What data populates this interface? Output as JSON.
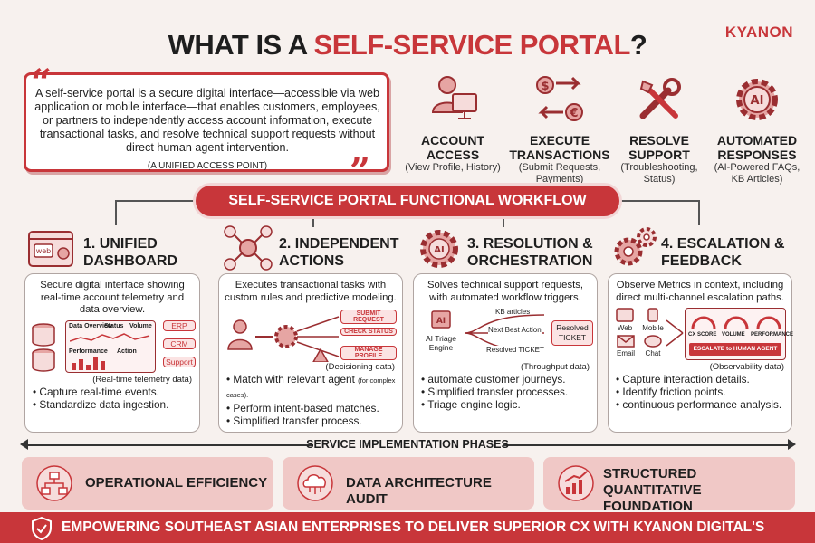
{
  "header": {
    "title_prefix": "WHAT IS A ",
    "title_accent": "SELF-SERVICE PORTAL",
    "title_suffix": "?",
    "brand": "KYANON"
  },
  "definition": {
    "text": "A self-service portal is a secure digital interface—accessible via web application or mobile interface—that enables customers, employees, or partners to independently access account information, execute transactional tasks, and resolve technical support requests without direct human agent intervention.",
    "source": "(A UNIFIED ACCESS POINT)"
  },
  "features": [
    {
      "title": "ACCOUNT ACCESS",
      "sub": "(View Profile, History)",
      "icon": "user-monitor-icon"
    },
    {
      "title": "EXECUTE TRANSACTIONS",
      "sub": "(Submit Requests, Payments)",
      "icon": "currency-exchange-icon"
    },
    {
      "title": "RESOLVE SUPPORT",
      "sub": "(Troubleshooting, Status)",
      "icon": "tools-icon"
    },
    {
      "title": "AUTOMATED RESPONSES",
      "sub": "(AI-Powered FAQs, KB Articles)",
      "icon": "ai-gear-icon"
    }
  ],
  "workflow": {
    "banner": "SELF-SERVICE PORTAL FUNCTIONAL WORKFLOW",
    "steps": [
      {
        "title": "1. UNIFIED DASHBOARD",
        "desc": "Secure digital interface showing real-time account telemetry and data overview.",
        "caption": "(Real-time telemetry data)",
        "bullets": [
          "Capture real-time events.",
          "Standardize data ingestion."
        ],
        "tags": [
          "ERP",
          "CRM",
          "Support"
        ],
        "widgets": [
          "Data Overview",
          "Status",
          "Volume",
          "Performance",
          "Action"
        ]
      },
      {
        "title": "2. INDEPENDENT ACTIONS",
        "desc": "Executes transactional tasks with custom rules and predictive modeling.",
        "caption": "(Decisioning data)",
        "bullets": [
          "Match with relevant agent",
          "Perform intent-based matches.",
          "Simplified transfer process."
        ],
        "note": "(for complex cases).",
        "actions": [
          "SUBMIT REQUEST",
          "CHECK STATUS",
          "MANAGE PROFILE"
        ]
      },
      {
        "title": "3. RESOLUTION & ORCHESTRATION",
        "desc": "Solves technical support requests, with automated workflow triggers.",
        "caption": "(Throughput data)",
        "bullets": [
          "automate customer journeys.",
          "Simplified transfer processes.",
          "Triage engine logic."
        ],
        "engine": "AI Triage Engine",
        "outputs": [
          "KB articles",
          "Next Best Action",
          "Resolved TICKET"
        ],
        "result": "Resolved TICKET"
      },
      {
        "title": "4. ESCALATION & FEEDBACK",
        "desc": "Observe Metrics in context, including direct multi-channel escalation paths.",
        "caption": "(Observability data)",
        "bullets": [
          "Capture interaction details.",
          "Identify friction points.",
          "continuous performance analysis."
        ],
        "channels": [
          "Web",
          "Mobile",
          "Email",
          "Chat"
        ],
        "gauges": [
          "CX SCORE",
          "VOLUME",
          "PERFORMANCE"
        ],
        "escalate": "ESCALATE to HUMAN AGENT"
      }
    ]
  },
  "phases": {
    "label": "SERVICE IMPLEMENTATION PHASES",
    "cards": [
      "OPERATIONAL EFFICIENCY",
      "DATA ARCHITECTURE AUDIT",
      "STRUCTURED QUANTITATIVE FOUNDATION"
    ]
  },
  "footer": "EMPOWERING SOUTHEAST ASIAN ENTERPRISES TO DELIVER SUPERIOR CX WITH KYANON DIGITAL'S STRATEGIES.",
  "colors": {
    "accent": "#c8363a",
    "light": "#f0c8c6",
    "background": "#f7f1ee"
  }
}
